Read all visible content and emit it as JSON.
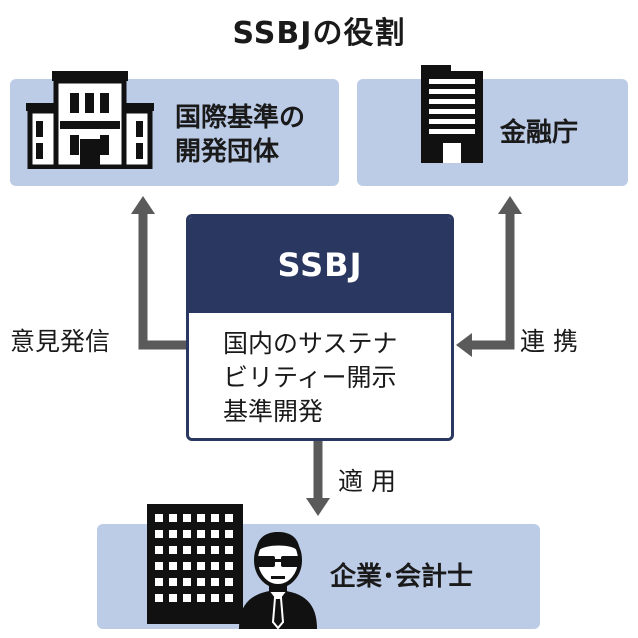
{
  "title": "SSBJの役割",
  "boxes": {
    "intl_standard_setter": "国際基準の\n開発団体",
    "fsa": "金融庁",
    "companies_auditors": "企業･会計士"
  },
  "ssbj": {
    "header": "SSBJ",
    "description": "国内のサステナ\nビリティー開示\n基準開発"
  },
  "arrow_labels": {
    "opinion": "意見発信",
    "cooperation": "連 携",
    "application": "適 用"
  },
  "colors": {
    "box_fill": "#bccbe6",
    "ssbj_navy": "#2a3760",
    "arrow_gray": "#5a5a5a"
  },
  "icons": [
    "building-icon",
    "office-tower-icon",
    "city-buildings-icon",
    "businessman-icon"
  ]
}
